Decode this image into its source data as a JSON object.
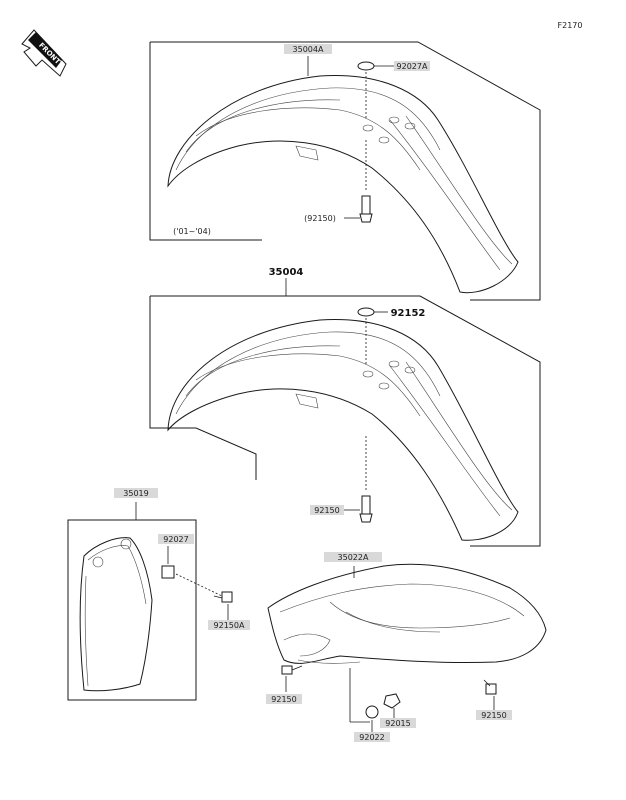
{
  "figure_code": "F2170",
  "front_label": "FRONT",
  "groups": {
    "upper": {
      "assembly": "35004A",
      "washer": "92027A",
      "bolt": "(92150)",
      "years": "('01~'04)"
    },
    "middle": {
      "assembly": "35004",
      "washer": "92152",
      "bolt": "92150"
    },
    "number_plate": {
      "assembly": "35019",
      "washer": "92027",
      "bolt": "92150A"
    },
    "rear": {
      "assembly": "35022A",
      "bolt_left": "92150",
      "bolt_right": "92150",
      "washer": "92022",
      "nut": "92015"
    }
  }
}
